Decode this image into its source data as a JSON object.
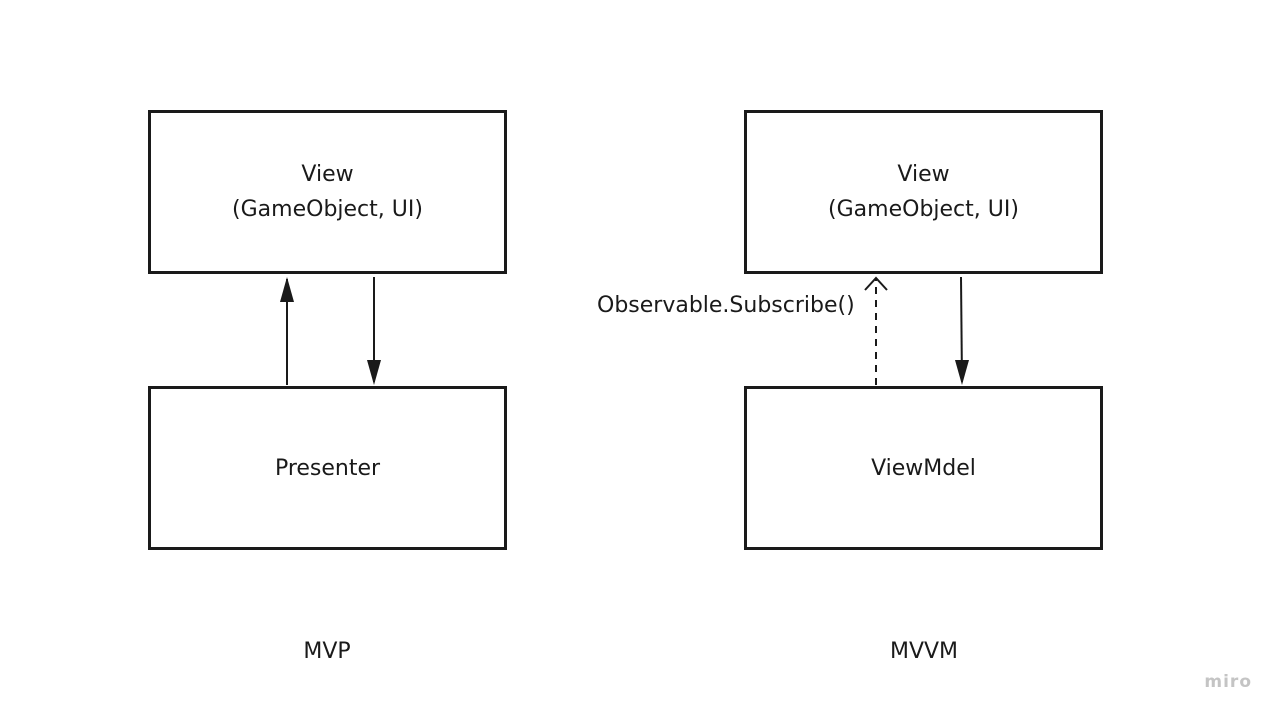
{
  "mvp": {
    "view_box": {
      "line1": "View",
      "line2": "(GameObject, UI)"
    },
    "presenter_box": {
      "label": "Presenter"
    },
    "caption": "MVP"
  },
  "mvvm": {
    "view_box": {
      "line1": "View",
      "line2": "(GameObject, UI)"
    },
    "viewmodel_box": {
      "label": "ViewMdel"
    },
    "subscribe_label": "Observable.Subscribe()",
    "caption": "MVVM"
  },
  "watermark": "miro",
  "colors": {
    "stroke": "#1a1a1a",
    "background": "#ffffff",
    "watermark": "#c4c4c4"
  }
}
